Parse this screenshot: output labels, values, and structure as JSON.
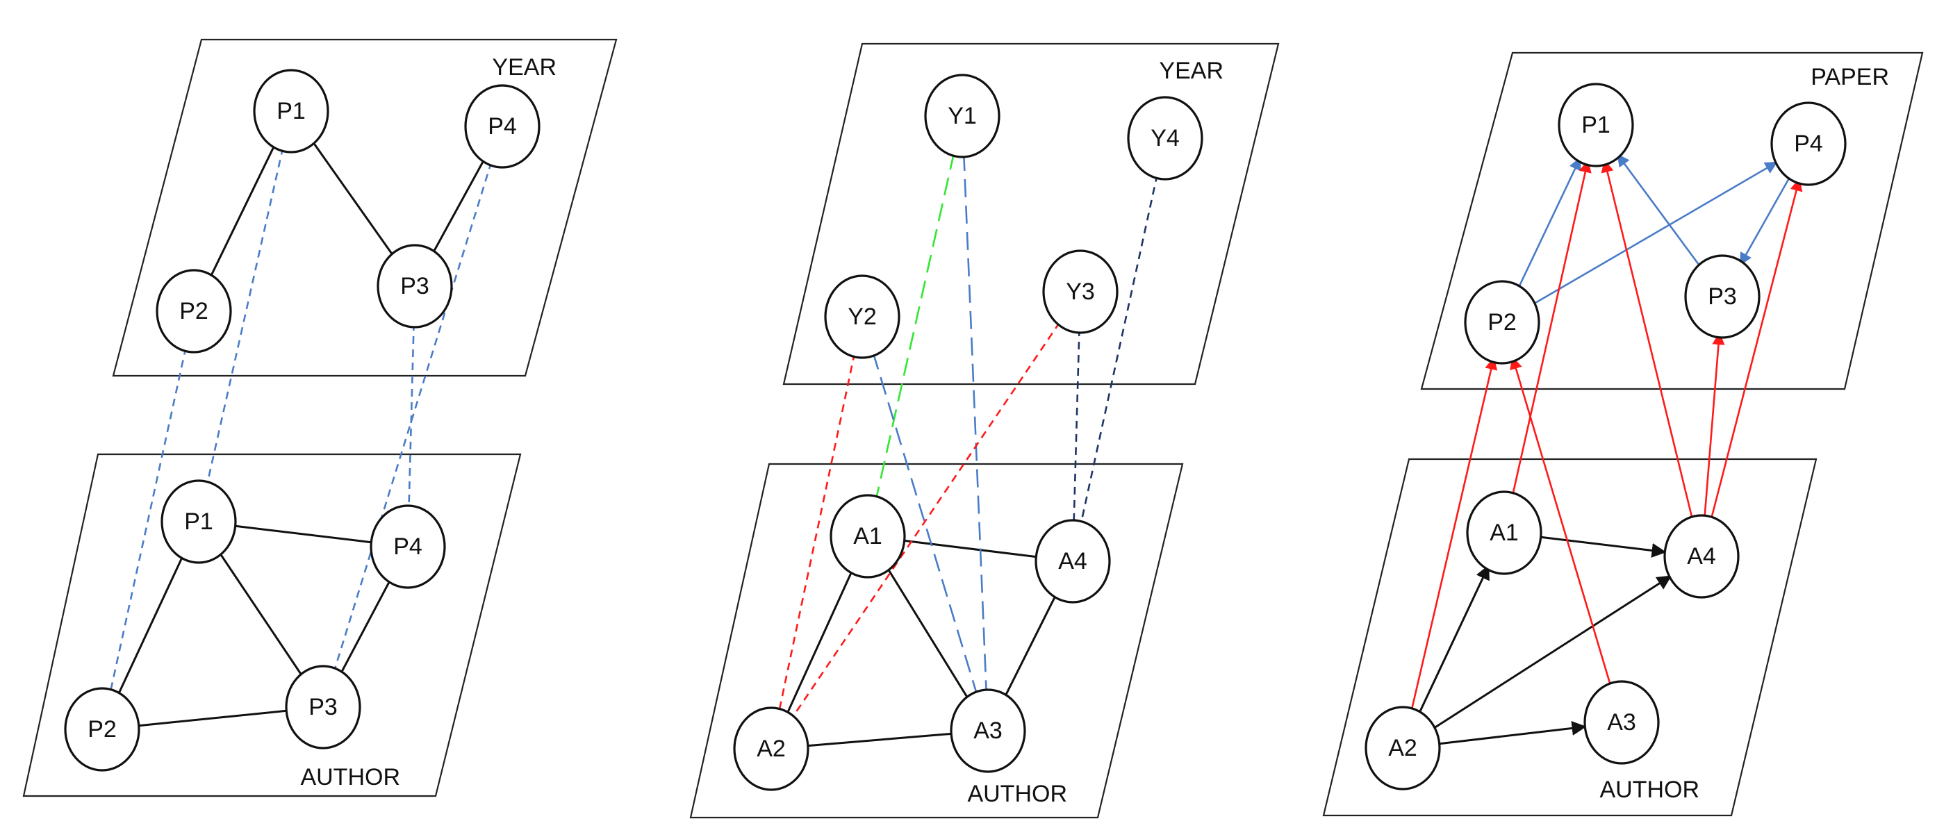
{
  "colors": {
    "black": "#111111",
    "blue": "#4a7cc7",
    "dark_blue": "#1f3466",
    "red": "#ff1a1a",
    "green": "#33e633"
  },
  "panels": [
    {
      "id": "panel-1",
      "planes": [
        {
          "id": "p1-top",
          "label": "YEAR"
        },
        {
          "id": "p1-bottom",
          "label": "AUTHOR"
        }
      ],
      "nodes": [
        {
          "id": "p1t-P1",
          "label": "P1"
        },
        {
          "id": "p1t-P2",
          "label": "P2"
        },
        {
          "id": "p1t-P3",
          "label": "P3"
        },
        {
          "id": "p1t-P4",
          "label": "P4"
        },
        {
          "id": "p1b-P1",
          "label": "P1"
        },
        {
          "id": "p1b-P2",
          "label": "P2"
        },
        {
          "id": "p1b-P3",
          "label": "P3"
        },
        {
          "id": "p1b-P4",
          "label": "P4"
        }
      ],
      "edges": [
        {
          "from": "p1t-P1",
          "to": "p1t-P2",
          "color": "black",
          "dash": "solid"
        },
        {
          "from": "p1t-P1",
          "to": "p1t-P3",
          "color": "black",
          "dash": "solid"
        },
        {
          "from": "p1t-P3",
          "to": "p1t-P4",
          "color": "black",
          "dash": "solid"
        },
        {
          "from": "p1b-P1",
          "to": "p1b-P2",
          "color": "black",
          "dash": "solid"
        },
        {
          "from": "p1b-P1",
          "to": "p1b-P3",
          "color": "black",
          "dash": "solid"
        },
        {
          "from": "p1b-P1",
          "to": "p1b-P4",
          "color": "black",
          "dash": "solid"
        },
        {
          "from": "p1b-P2",
          "to": "p1b-P3",
          "color": "black",
          "dash": "solid"
        },
        {
          "from": "p1b-P3",
          "to": "p1b-P4",
          "color": "black",
          "dash": "solid"
        },
        {
          "from": "p1t-P2",
          "to": "p1b-P2",
          "color": "blue",
          "dash": "short"
        },
        {
          "from": "p1t-P1",
          "to": "p1b-P1",
          "color": "blue",
          "dash": "short"
        },
        {
          "from": "p1t-P3",
          "to": "p1b-P4",
          "color": "blue",
          "dash": "short"
        },
        {
          "from": "p1t-P4",
          "to": "p1b-P3",
          "color": "blue",
          "dash": "short"
        }
      ]
    },
    {
      "id": "panel-2",
      "planes": [
        {
          "id": "p2-top",
          "label": "YEAR"
        },
        {
          "id": "p2-bottom",
          "label": "AUTHOR"
        }
      ],
      "nodes": [
        {
          "id": "p2t-Y1",
          "label": "Y1"
        },
        {
          "id": "p2t-Y2",
          "label": "Y2"
        },
        {
          "id": "p2t-Y3",
          "label": "Y3"
        },
        {
          "id": "p2t-Y4",
          "label": "Y4"
        },
        {
          "id": "p2b-A1",
          "label": "A1"
        },
        {
          "id": "p2b-A2",
          "label": "A2"
        },
        {
          "id": "p2b-A3",
          "label": "A3"
        },
        {
          "id": "p2b-A4",
          "label": "A4"
        }
      ],
      "edges": [
        {
          "from": "p2b-A1",
          "to": "p2b-A2",
          "color": "black",
          "dash": "solid"
        },
        {
          "from": "p2b-A1",
          "to": "p2b-A3",
          "color": "black",
          "dash": "solid"
        },
        {
          "from": "p2b-A1",
          "to": "p2b-A4",
          "color": "black",
          "dash": "solid"
        },
        {
          "from": "p2b-A2",
          "to": "p2b-A3",
          "color": "black",
          "dash": "solid"
        },
        {
          "from": "p2b-A3",
          "to": "p2b-A4",
          "color": "black",
          "dash": "solid"
        },
        {
          "from": "p2t-Y1",
          "to": "p2b-A1",
          "color": "green",
          "dash": "long"
        },
        {
          "from": "p2t-Y1",
          "to": "p2b-A3",
          "color": "blue",
          "dash": "long"
        },
        {
          "from": "p2t-Y2",
          "to": "p2b-A3",
          "color": "blue",
          "dash": "long"
        },
        {
          "from": "p2t-Y2",
          "to": "p2b-A2",
          "color": "red",
          "dash": "short"
        },
        {
          "from": "p2t-Y3",
          "to": "p2b-A2",
          "color": "red",
          "dash": "short"
        },
        {
          "from": "p2t-Y3",
          "to": "p2b-A4",
          "color": "dark_blue",
          "dash": "short"
        },
        {
          "from": "p2t-Y4",
          "to": "p2b-A4",
          "color": "dark_blue",
          "dash": "short"
        }
      ]
    },
    {
      "id": "panel-3",
      "planes": [
        {
          "id": "p3-top",
          "label": "PAPER"
        },
        {
          "id": "p3-bottom",
          "label": "AUTHOR"
        }
      ],
      "nodes": [
        {
          "id": "p3t-P1",
          "label": "P1"
        },
        {
          "id": "p3t-P2",
          "label": "P2"
        },
        {
          "id": "p3t-P3",
          "label": "P3"
        },
        {
          "id": "p3t-P4",
          "label": "P4"
        },
        {
          "id": "p3b-A1",
          "label": "A1"
        },
        {
          "id": "p3b-A2",
          "label": "A2"
        },
        {
          "id": "p3b-A3",
          "label": "A3"
        },
        {
          "id": "p3b-A4",
          "label": "A4"
        }
      ],
      "edges": [
        {
          "from": "p3t-P2",
          "to": "p3t-P1",
          "color": "blue",
          "dash": "solid",
          "arrow": true
        },
        {
          "from": "p3t-P2",
          "to": "p3t-P4",
          "color": "blue",
          "dash": "solid",
          "arrow": true
        },
        {
          "from": "p3t-P3",
          "to": "p3t-P1",
          "color": "blue",
          "dash": "solid",
          "arrow": true
        },
        {
          "from": "p3t-P4",
          "to": "p3t-P3",
          "color": "blue",
          "dash": "solid",
          "arrow": true
        },
        {
          "from": "p3b-A1",
          "to": "p3b-A4",
          "color": "black",
          "dash": "solid",
          "arrow": true
        },
        {
          "from": "p3b-A2",
          "to": "p3b-A1",
          "color": "black",
          "dash": "solid",
          "arrow": true
        },
        {
          "from": "p3b-A2",
          "to": "p3b-A4",
          "color": "black",
          "dash": "solid",
          "arrow": true
        },
        {
          "from": "p3b-A2",
          "to": "p3b-A3",
          "color": "black",
          "dash": "solid",
          "arrow": true
        },
        {
          "from": "p3b-A2",
          "to": "p3t-P2",
          "color": "red",
          "dash": "solid",
          "arrow": true
        },
        {
          "from": "p3b-A1",
          "to": "p3t-P1",
          "color": "red",
          "dash": "solid",
          "arrow": true
        },
        {
          "from": "p3b-A3",
          "to": "p3t-P2",
          "color": "red",
          "dash": "solid",
          "arrow": true
        },
        {
          "from": "p3b-A4",
          "to": "p3t-P1",
          "color": "red",
          "dash": "solid",
          "arrow": true
        },
        {
          "from": "p3b-A4",
          "to": "p3t-P3",
          "color": "red",
          "dash": "solid",
          "arrow": true
        },
        {
          "from": "p3b-A4",
          "to": "p3t-P4",
          "color": "red",
          "dash": "solid",
          "arrow": true
        }
      ]
    }
  ]
}
